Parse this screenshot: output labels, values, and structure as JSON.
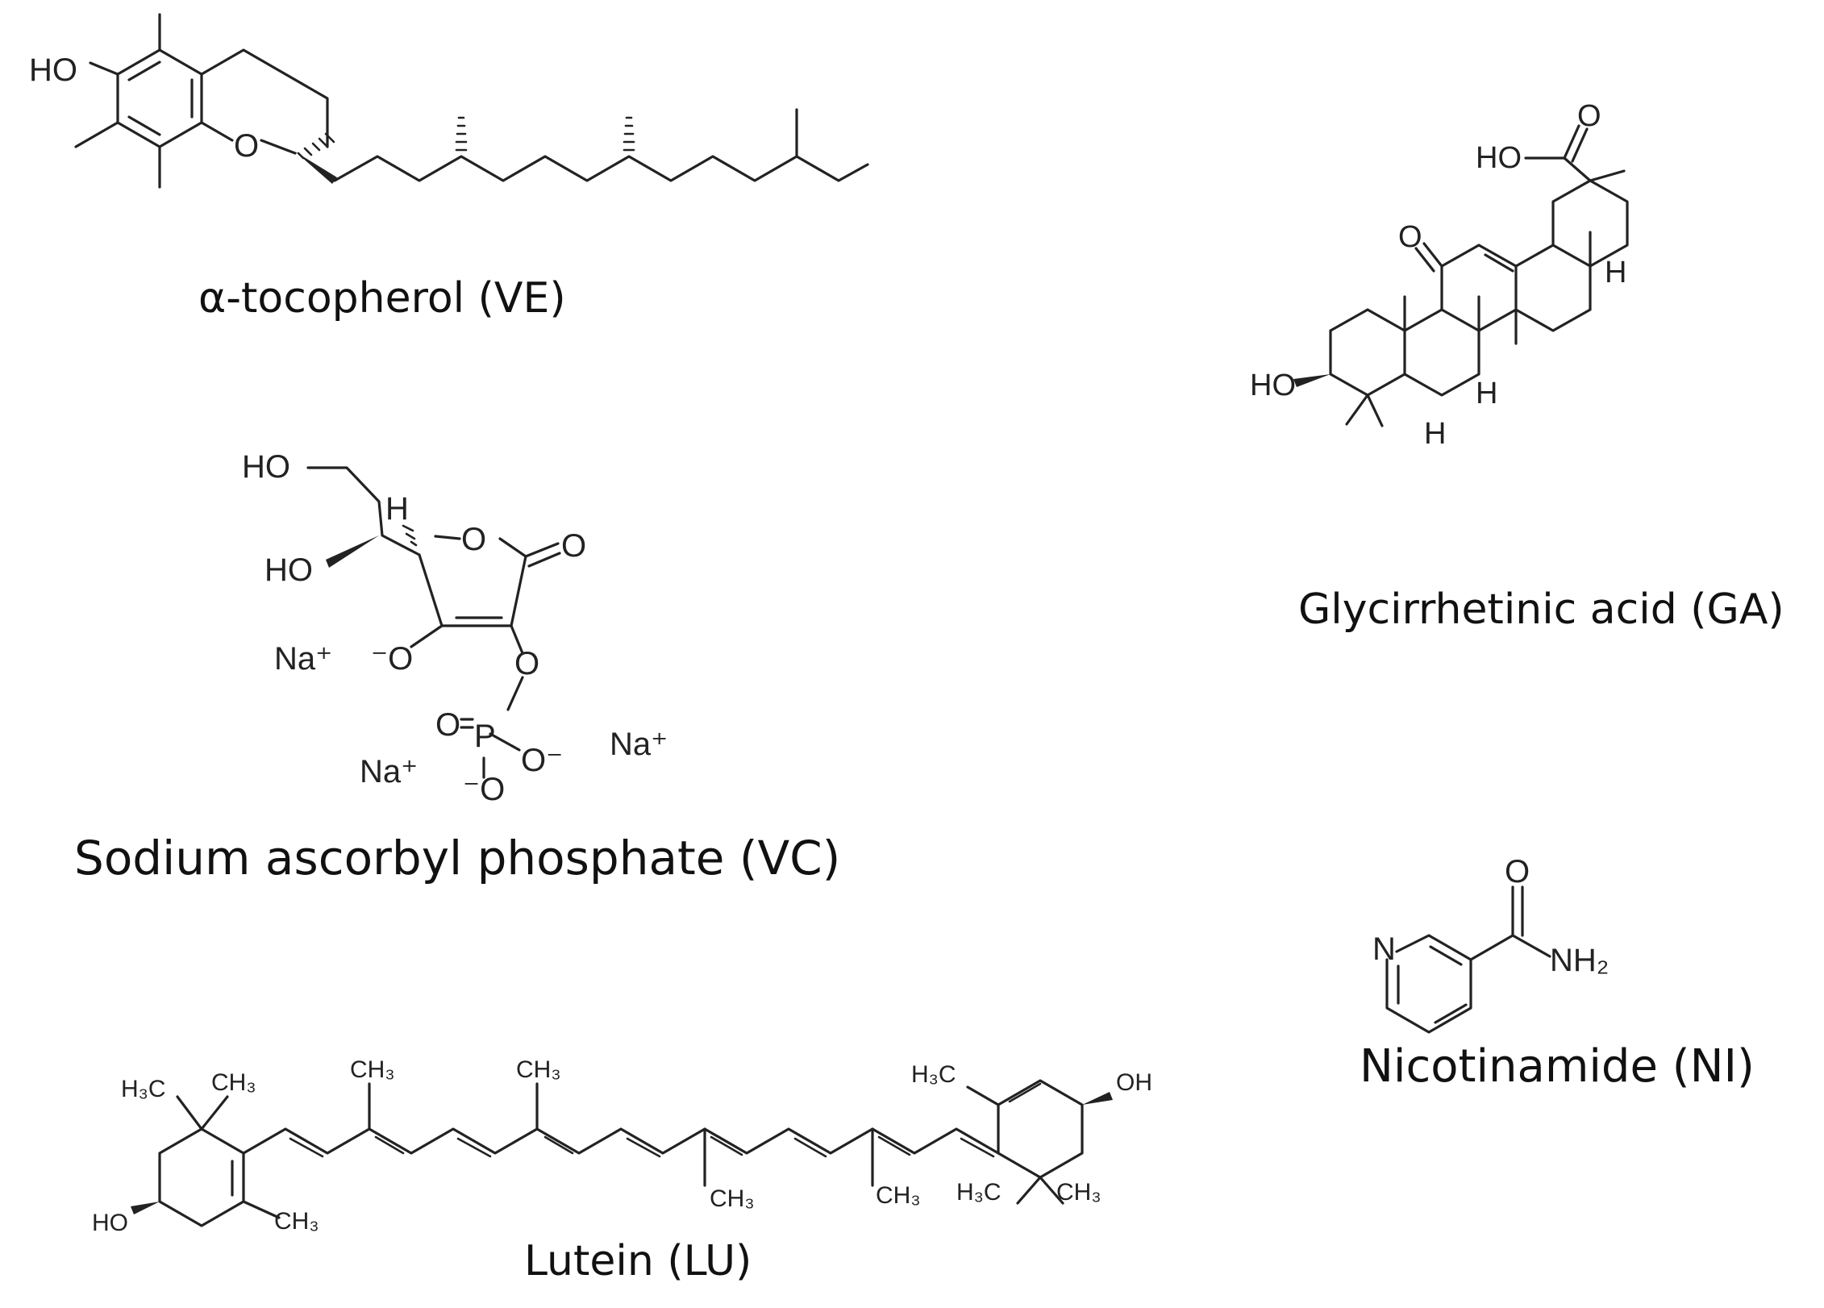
{
  "molecules": {
    "ve": {
      "caption": "α-tocopherol (VE)",
      "atoms": {
        "hydroxyl": "HO",
        "ring_o": "O"
      }
    },
    "vc": {
      "caption": "Sodium ascorbyl phosphate (VC)",
      "atoms": {
        "ho_top": "HO",
        "ho_side": "HO",
        "h": "H",
        "ring_o": "O",
        "carbonyl_o": "O",
        "na1": "Na⁺",
        "o_minus1": "⁻O",
        "o_link": "O",
        "p_o": "O",
        "p": "P",
        "o_minus2": "O⁻",
        "na2": "Na⁺",
        "na3": "Na⁺",
        "o_minus3": "⁻O"
      }
    },
    "ga": {
      "caption": "Glycirrhetinic acid (GA)",
      "atoms": {
        "ho_acid": "HO",
        "acid_o": "O",
        "keto_o": "O",
        "h1": "H",
        "h2": "H",
        "h3": "H",
        "ho": "HO"
      }
    },
    "ni": {
      "caption": "Nicotinamide (NI)",
      "atoms": {
        "n": "N",
        "o": "O",
        "nh2": "NH₂"
      }
    },
    "lu": {
      "caption": "Lutein (LU)",
      "atoms": {
        "h3c1": "H₃C",
        "ch3_1": "CH₃",
        "ch3_2": "CH₃",
        "ch3_3": "CH₃",
        "ho": "HO",
        "ch3_4": "CH₃",
        "ch3_5": "CH₃",
        "ch3_6": "CH₃",
        "h3c2": "H₃C",
        "oh": "OH",
        "h3c3": "H₃C",
        "ch3_7": "CH₃"
      }
    }
  }
}
